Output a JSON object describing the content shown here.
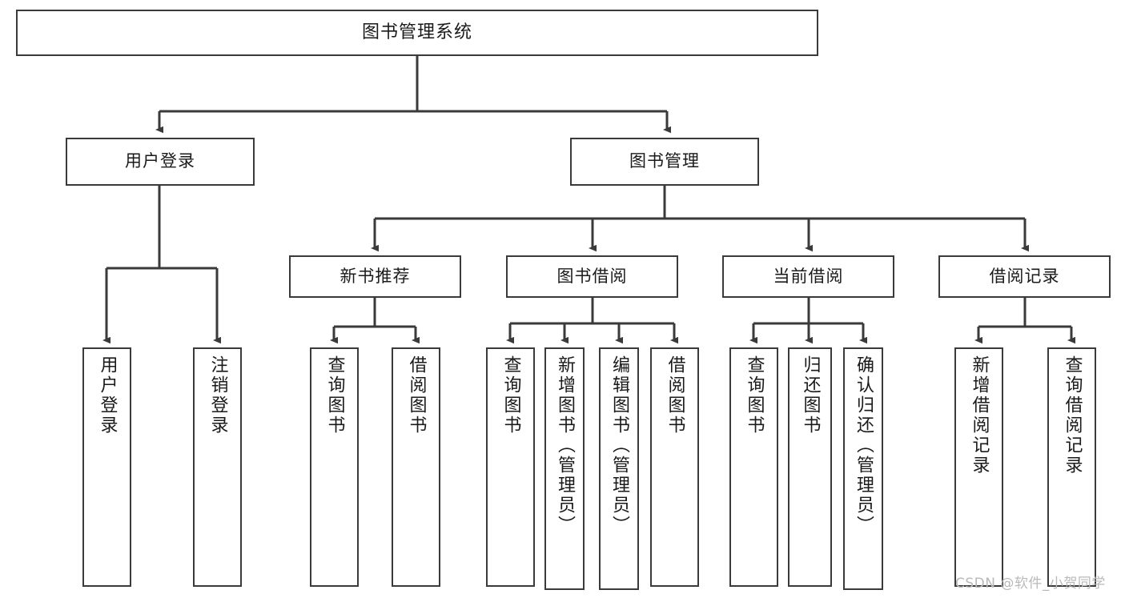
{
  "diagram": {
    "title": "图书管理系统",
    "type": "tree-hierarchy-chart",
    "watermark": "CSDN @软件_小贺同学",
    "colors": {
      "stroke": "#3a3a3a",
      "fill": "#ffffff",
      "text": "#1a1a1a",
      "watermark": "#b9b9b9"
    },
    "nodes": {
      "root": {
        "label": "图书管理系统"
      },
      "level2": [
        {
          "id": "user-login",
          "label": "用户登录"
        },
        {
          "id": "book-manage",
          "label": "图书管理"
        }
      ],
      "level3": [
        {
          "id": "new-book-recommend",
          "label": "新书推荐"
        },
        {
          "id": "book-borrow",
          "label": "图书借阅"
        },
        {
          "id": "current-borrow",
          "label": "当前借阅"
        },
        {
          "id": "borrow-record",
          "label": "借阅记录"
        }
      ],
      "leaves": {
        "user_login": [
          {
            "id": "leaf-user-login",
            "label": "用户登录"
          },
          {
            "id": "leaf-logout-login",
            "label": "注销登录"
          }
        ],
        "new_book_recommend": [
          {
            "id": "leaf-query-book-1",
            "label": "查询图书"
          },
          {
            "id": "leaf-borrow-book-1",
            "label": "借阅图书"
          }
        ],
        "book_borrow": [
          {
            "id": "leaf-query-book-2",
            "label": "查询图书"
          },
          {
            "id": "leaf-add-book",
            "label": "新增图书（管理员）"
          },
          {
            "id": "leaf-edit-book",
            "label": "编辑图书（管理员）"
          },
          {
            "id": "leaf-borrow-book-2",
            "label": "借阅图书"
          }
        ],
        "current_borrow": [
          {
            "id": "leaf-query-book-3",
            "label": "查询图书"
          },
          {
            "id": "leaf-return-book",
            "label": "归还图书"
          },
          {
            "id": "leaf-confirm-return",
            "label": "确认归还（管理员）"
          }
        ],
        "borrow_record": [
          {
            "id": "leaf-add-borrow-record",
            "label": "新增借阅记录"
          },
          {
            "id": "leaf-query-borrow-record",
            "label": "查询借阅记录"
          }
        ]
      }
    }
  }
}
